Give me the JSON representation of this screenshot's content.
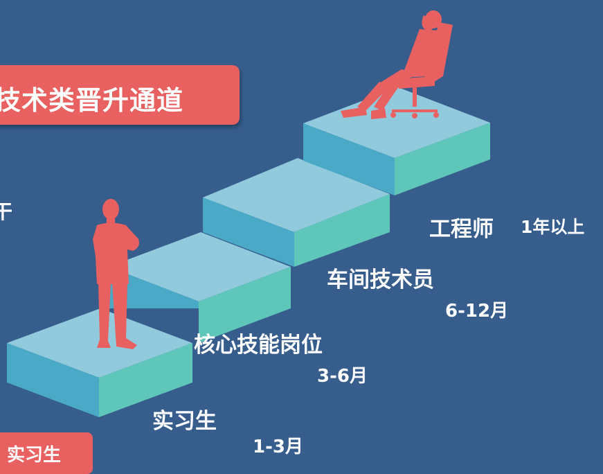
{
  "title": "技术类晋升通道",
  "colors": {
    "background": "#365d8c",
    "accent": "#e96060",
    "step_top": "#92cadd",
    "step_left": "#4aa9c6",
    "step_right": "#5fc6ba"
  },
  "stages": [
    {
      "name": "实习生",
      "duration": "1-3月"
    },
    {
      "name": "核心技能岗位",
      "duration": "3-6月"
    },
    {
      "name": "车间技术员",
      "duration": "6-12月"
    },
    {
      "name": "工程师",
      "duration": "1年以上"
    }
  ],
  "bottom_tab": "实习生",
  "left_edge_char": "干",
  "figures": {
    "standing": "standing-man-icon",
    "relaxing": "reclining-man-chair-icon"
  }
}
